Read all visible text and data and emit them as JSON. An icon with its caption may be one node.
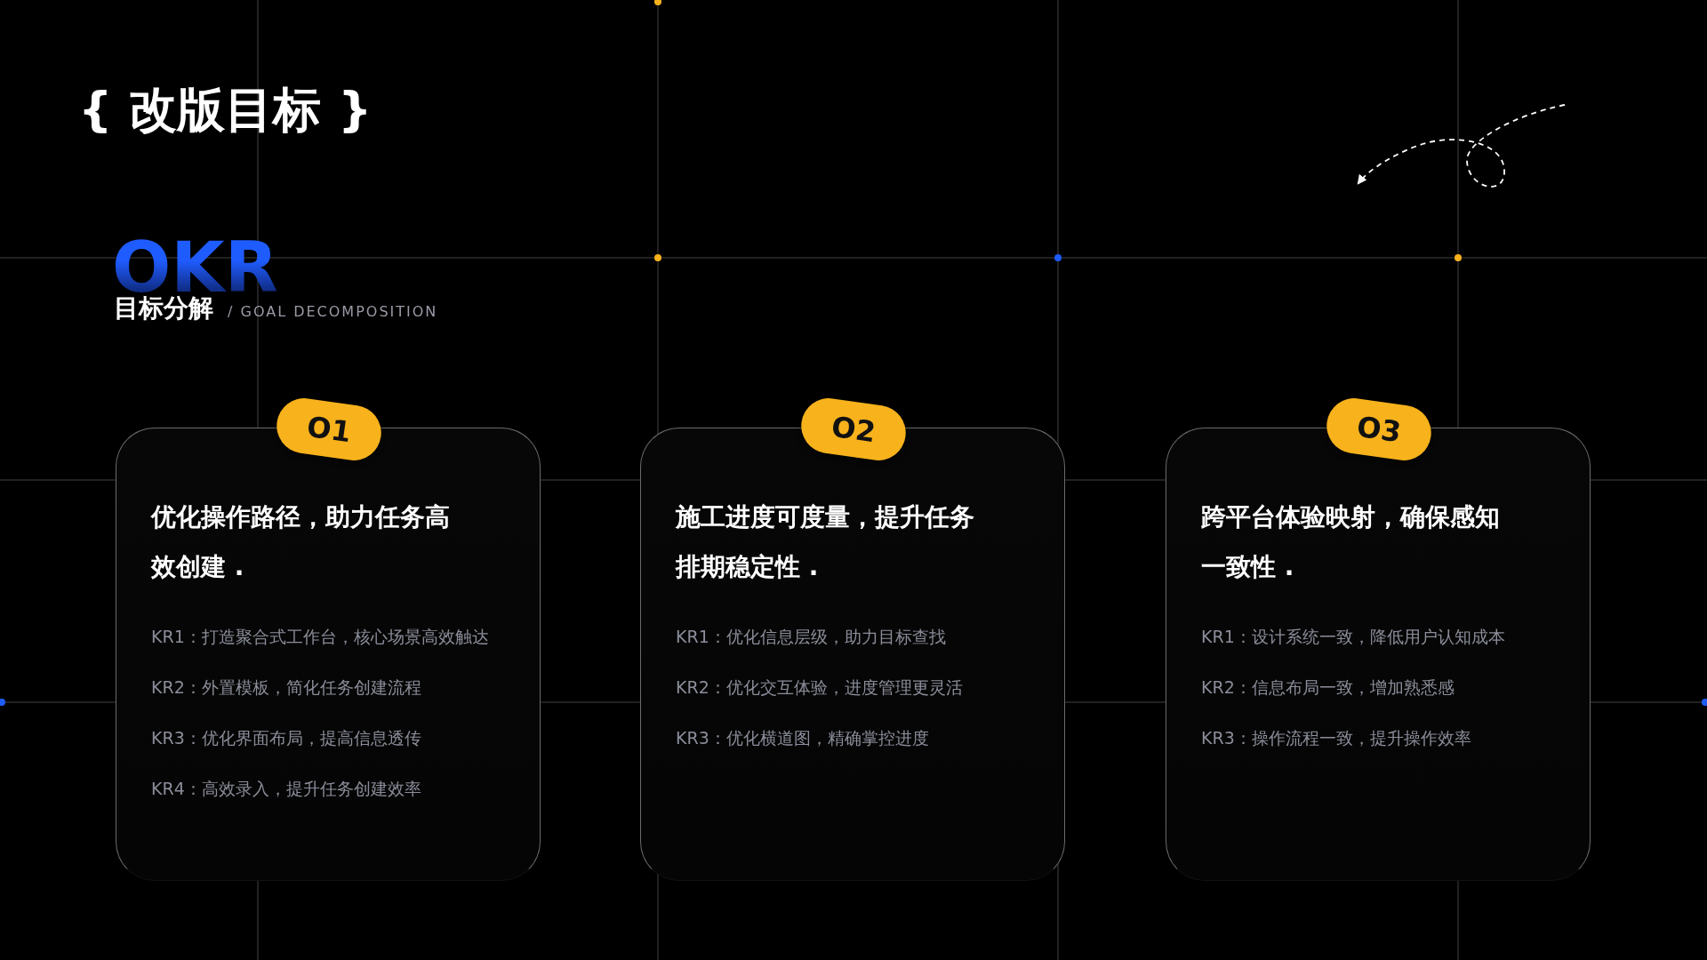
{
  "diagram": {
    "title": "{ 改版目标 }",
    "nodes": [
      {
        "text": [
          "优化操作路径，助力任务高效创建 .",
          "KR1：打造聚合式工作台，核心场景高效触达",
          "KR2：外置模板，简化任务创建流程",
          "KR3：优化界面布局，提高信息透传",
          "KR4：高效录入，提升任务创建效率"
        ]
      },
      {
        "text": [
          "O1"
        ],
        "in": 0
      },
      {
        "text": [
          "施工进度可度量，提升任务排期稳定性 .",
          "KR1：优化信息层级，助力目标查找",
          "KR2：优化交互体验，进度管理更灵活",
          "KR3：优化横道图，精确掌控进度"
        ]
      },
      {
        "text": [
          "O2"
        ],
        "in": 2
      },
      {
        "text": [
          "跨平台体验映射，确保感知一致性 .",
          "KR1：设计系统一致，降低用户认知成本",
          "KR2：信息布局一致，增加熟悉感",
          "KR3：操作流程一致，提升操作效率"
        ]
      },
      {
        "text": [
          "O3"
        ],
        "in": 4
      }
    ],
    "labels": [
      "OKR",
      "目标分解",
      "/ GOAL DECOMPOSITION"
    ]
  }
}
